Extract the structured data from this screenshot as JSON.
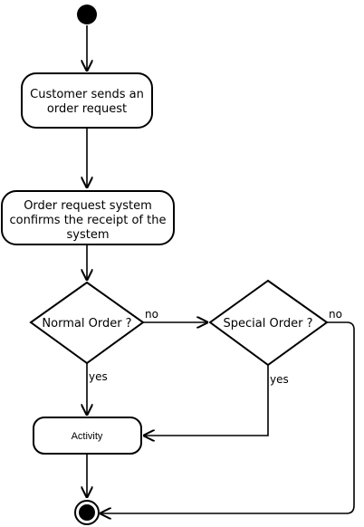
{
  "diagram": {
    "nodes": {
      "customer": {
        "lines": [
          "Customer sends an",
          "order request"
        ]
      },
      "confirm": {
        "lines": [
          "Order request system",
          "confirms the receipt of the",
          "system"
        ]
      },
      "normal_decision": {
        "label": "Normal Order ?"
      },
      "special_decision": {
        "label": "Special Order ?"
      },
      "activity": {
        "label": "Activity"
      }
    },
    "edge_labels": {
      "normal_no": "no",
      "normal_yes": "yes",
      "special_yes": "yes",
      "special_no": "no"
    }
  }
}
